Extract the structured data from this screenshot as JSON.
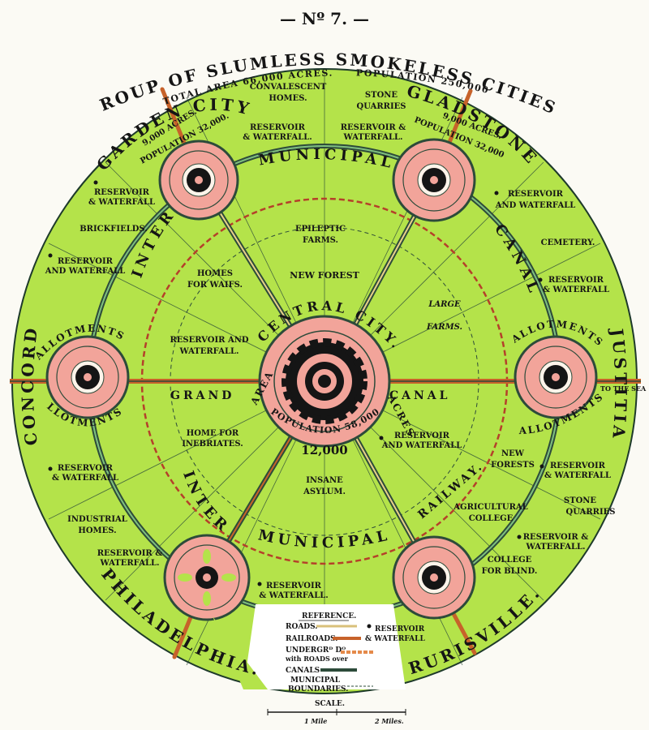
{
  "header": {
    "number": "— Nº 7. —",
    "title": "GROUP OF SLUMLESS SMOKELESS CITIES.",
    "total_area": "TOTAL AREA 66,000 ACRES.",
    "population": "POPULATION 250,000"
  },
  "central": {
    "name": "CENTRAL CITY.",
    "population": "POPULATION 58,000",
    "area_word": "AREA",
    "acres_num": "12,000",
    "acres_word": "ACRES"
  },
  "cities": {
    "garden": {
      "name": "GARDEN CITY",
      "acres": "9,000 ACRES.",
      "population": "POPULATION 32,000."
    },
    "gladstone": {
      "name": "GLADSTONE",
      "acres": "9,000 ACRES.",
      "population": "POPULATION 32,000"
    },
    "concord": {
      "name": "CONCORD"
    },
    "justitia": {
      "name": "JUSTITIA"
    },
    "philadelphia": {
      "name": "PHILADELPHIA."
    },
    "rurisville": {
      "name": "RURISVILLE."
    }
  },
  "labels": {
    "convalescent": [
      "CONVALESCENT",
      "HOMES."
    ],
    "stone_quarries_top": [
      "STONE",
      "QUARRIES"
    ],
    "reservoir_top_left": [
      "RESERVOIR",
      "& WATERFALL."
    ],
    "reservoir_top_right": [
      "RESERVOIR &",
      "WATERFALL."
    ],
    "reservoir_upper_left": [
      "RESERVOIR",
      "& WATERFALL"
    ],
    "brickfields": "BRICKFIELDS.",
    "reservoir_mid_left": [
      "RESERVOIR",
      "AND WATERFALL"
    ],
    "reservoir_upper_right": [
      "RESERVOIR",
      "AND WATERFALL"
    ],
    "cemetery": "CEMETERY.",
    "reservoir_mid_right": [
      "RESERVOIR",
      "& WATERFALL"
    ],
    "epileptic": [
      "EPILEPTIC",
      "FARMS."
    ],
    "new_forest": "NEW FOREST",
    "homes_waifs": [
      "HOMES",
      "FOR WAIFS."
    ],
    "large_farms": [
      "LARGE",
      "FARMS."
    ],
    "reservoir_center_left": [
      "RESERVOIR AND",
      "WATERFALL."
    ],
    "home_inebriates": [
      "HOME FOR",
      "INEBRIATES."
    ],
    "reservoir_center_right": [
      "RESERVOIR",
      "AND WATERFALL"
    ],
    "insane_asylum": [
      "INSANE",
      "ASYLUM."
    ],
    "new_forests": [
      "NEW",
      "FORESTS"
    ],
    "reservoir_lower_right": [
      "RESERVOIR",
      "& WATERFALL"
    ],
    "stone_quarries_right": [
      "STONE",
      "QUARRIES"
    ],
    "agricultural_college": [
      "AGRICULTURAL",
      "COLLEGE"
    ],
    "reservoir_low_right": [
      "RESERVOIR &",
      "WATERFALL."
    ],
    "college_blind": [
      "COLLEGE",
      "FOR BLIND."
    ],
    "reservoir_lower_left": [
      "RESERVOIR",
      "& WATERFALL"
    ],
    "industrial_homes": [
      "INDUSTRIAL",
      "HOMES."
    ],
    "reservoir_low_left": [
      "RESERVOIR &",
      "WATERFALL."
    ],
    "reservoir_bottom": [
      "RESERVOIR",
      "& WATERFALL."
    ],
    "to_the_sea": "TO THE SEA",
    "allotments": "ALLOTMENTS",
    "allotments_dot": "ALLOTMENTS.",
    "inter": "INTER",
    "municipal": "MUNICIPAL",
    "canal": "CANAL",
    "grand": "GRAND",
    "railway": "RAILWAY."
  },
  "legend": {
    "title": "REFERENCE.",
    "roads": "ROADS.",
    "railroads": "RAILROADS.",
    "underground": "UNDERGRᴰ Dᴼ",
    "with_roads": "with ROADS over",
    "canals": "CANALS",
    "municipal": "MUNICIPAL",
    "boundaries": "BOUNDARIES.",
    "reservoir": [
      "RESERVOIR",
      "& WATERFALL"
    ],
    "scale": "SCALE.",
    "mile1": "1 Mile",
    "mile2": "2 Miles."
  },
  "colors": {
    "field_green": "#b4e34a",
    "city_pink": "#f2a49a",
    "line_dark": "#2d4b3a",
    "rail": "#c7622a",
    "road_light": "#e9d08a"
  }
}
